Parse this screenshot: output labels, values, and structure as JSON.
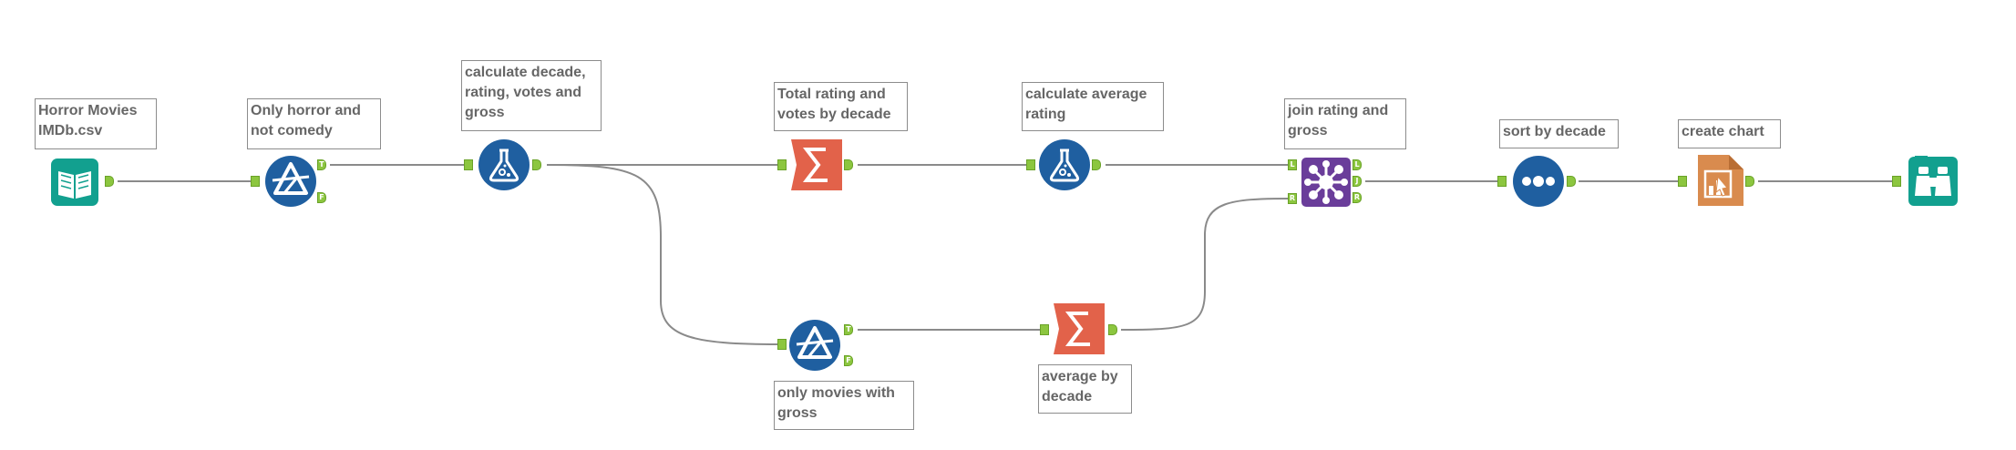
{
  "canvas": {
    "background": "#ffffff"
  },
  "colors": {
    "input_teal": "#12a08f",
    "filter_blue": "#1f5fa0",
    "formula_blue": "#1f5fa0",
    "summarize_orange": "#e2624a",
    "join_purple": "#6a3d9a",
    "sort_blue": "#1f5fa0",
    "report_orange": "#d98b4e",
    "browse_teal": "#12a08f",
    "anchor_green": "#8cc63f",
    "wire_gray": "#8a8a8a",
    "label_text": "#666666"
  },
  "nodes": {
    "input": {
      "icon": "book-icon",
      "lines": [
        "Horror Movies",
        "IMDb.csv"
      ]
    },
    "filter1": {
      "icon": "filter-icon",
      "lines": [
        "Only horror and",
        "not comedy"
      ],
      "anchors": [
        "T",
        "F"
      ]
    },
    "formula1": {
      "icon": "flask-icon",
      "lines": [
        "calculate decade,",
        "rating, votes and",
        "gross"
      ]
    },
    "summarize1": {
      "icon": "sigma-icon",
      "lines": [
        "Total rating and",
        "votes by decade"
      ]
    },
    "formula2": {
      "icon": "flask-icon",
      "lines": [
        "calculate average",
        "rating"
      ]
    },
    "join": {
      "icon": "join-icon",
      "lines": [
        "join rating and",
        "gross"
      ],
      "in_anchors": [
        "L",
        "R"
      ],
      "out_anchors": [
        "L",
        "J",
        "R"
      ]
    },
    "sort": {
      "icon": "sort-icon",
      "lines": [
        "sort by decade"
      ]
    },
    "chart": {
      "icon": "chart-report-icon",
      "lines": [
        "create chart"
      ]
    },
    "browse": {
      "icon": "binoculars-icon",
      "lines": []
    },
    "filter2": {
      "icon": "filter-icon",
      "lines": [
        "only movies with",
        "gross"
      ],
      "anchors": [
        "T",
        "F"
      ]
    },
    "summarize2": {
      "icon": "sigma-icon",
      "lines": [
        "average by",
        "decade"
      ]
    }
  }
}
